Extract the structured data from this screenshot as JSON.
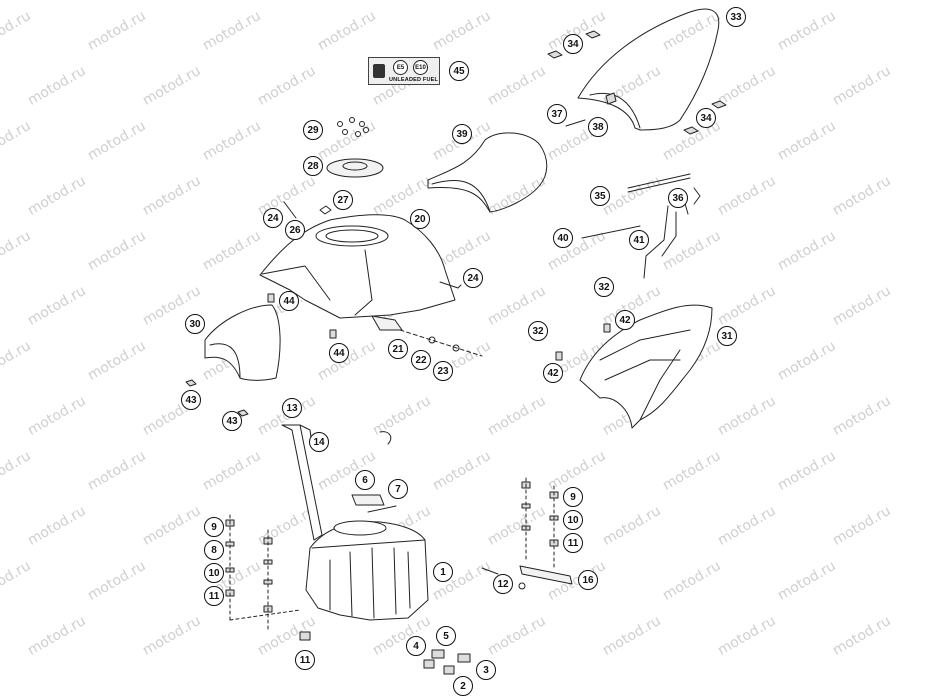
{
  "watermark": {
    "text": "motod.ru"
  },
  "fuel_label": {
    "e5": "E5",
    "e10": "E10",
    "text": "UNLEADED FUEL"
  },
  "callouts": [
    {
      "n": "1"
    },
    {
      "n": "2"
    },
    {
      "n": "3"
    },
    {
      "n": "4"
    },
    {
      "n": "5"
    },
    {
      "n": "6"
    },
    {
      "n": "7"
    },
    {
      "n": "8"
    },
    {
      "n": "9"
    },
    {
      "n": "9"
    },
    {
      "n": "10"
    },
    {
      "n": "10"
    },
    {
      "n": "11"
    },
    {
      "n": "11"
    },
    {
      "n": "11"
    },
    {
      "n": "12"
    },
    {
      "n": "13"
    },
    {
      "n": "14"
    },
    {
      "n": "16"
    },
    {
      "n": "20"
    },
    {
      "n": "21"
    },
    {
      "n": "22"
    },
    {
      "n": "23"
    },
    {
      "n": "24"
    },
    {
      "n": "24"
    },
    {
      "n": "26"
    },
    {
      "n": "27"
    },
    {
      "n": "28"
    },
    {
      "n": "29"
    },
    {
      "n": "30"
    },
    {
      "n": "31"
    },
    {
      "n": "32"
    },
    {
      "n": "32"
    },
    {
      "n": "33"
    },
    {
      "n": "34"
    },
    {
      "n": "34"
    },
    {
      "n": "35"
    },
    {
      "n": "36"
    },
    {
      "n": "37"
    },
    {
      "n": "38"
    },
    {
      "n": "39"
    },
    {
      "n": "40"
    },
    {
      "n": "41"
    },
    {
      "n": "42"
    },
    {
      "n": "42"
    },
    {
      "n": "43"
    },
    {
      "n": "43"
    },
    {
      "n": "44"
    },
    {
      "n": "44"
    },
    {
      "n": "45"
    }
  ]
}
